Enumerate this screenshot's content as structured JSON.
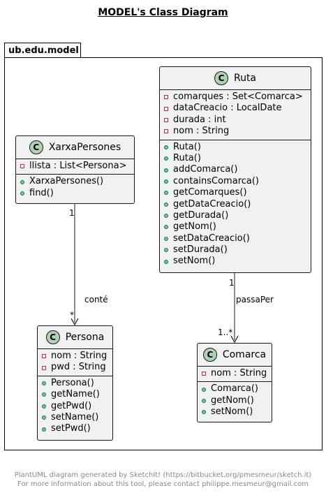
{
  "title": "MODEL's Class Diagram",
  "package": {
    "name": "ub.edu.model"
  },
  "classes": {
    "ruta": {
      "name": "Ruta",
      "attributes": [
        "comarques : Set<Comarca>",
        "dataCreacio : LocalDate",
        "durada : int",
        "nom : String"
      ],
      "methods": [
        "Ruta()",
        "Ruta()",
        "addComarca()",
        "containsComarca()",
        "getComarques()",
        "getDataCreacio()",
        "getDurada()",
        "getNom()",
        "setDataCreacio()",
        "setDurada()",
        "setNom()"
      ]
    },
    "xarxa": {
      "name": "XarxaPersones",
      "attributes": [
        "llista : List<Persona>"
      ],
      "methods": [
        "XarxaPersones()",
        "find()"
      ]
    },
    "persona": {
      "name": "Persona",
      "attributes": [
        "nom : String",
        "pwd : String"
      ],
      "methods": [
        "Persona()",
        "getName()",
        "getPwd()",
        "setName()",
        "setPwd()"
      ]
    },
    "comarca": {
      "name": "Comarca",
      "attributes": [
        "nom : String"
      ],
      "methods": [
        "Comarca()",
        "getNom()",
        "setNom()"
      ]
    }
  },
  "class_icon_letter": "C",
  "relations": {
    "xarxa_persona": {
      "label": "conté",
      "source_mult": "1",
      "target_mult": "*"
    },
    "ruta_comarca": {
      "label": "passaPer",
      "source_mult": "1",
      "target_mult": "1..*"
    }
  },
  "colors": {
    "class_fill": "#f1f1f1",
    "class_icon": "#adD1B2",
    "private_marker": "#C82930",
    "public_marker": "#84BE84",
    "footer_text": "#888888"
  },
  "footer": {
    "line1": "PlantUML diagram generated by SketchIt! (https://bitbucket.org/pmesmeur/sketch.it)",
    "line2": "For more information about this tool, please contact philippe.mesmeur@gmail.com"
  }
}
